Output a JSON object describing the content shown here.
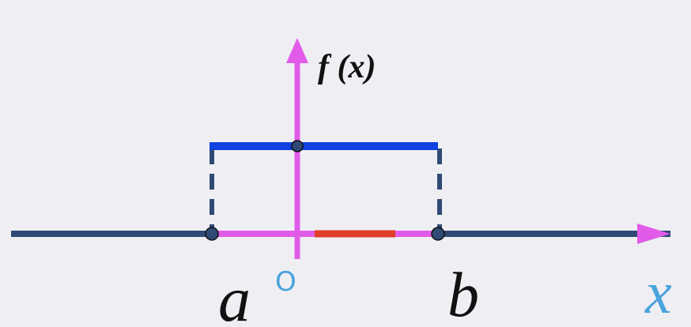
{
  "labels": {
    "function": "f (x)",
    "origin": "O",
    "left_endpoint": "a",
    "right_endpoint": "b",
    "axis": "x"
  },
  "colors": {
    "background": "#efeff3",
    "x_axis": "#2f4a74",
    "interval_segment": "#e25be8",
    "vertical_axis": "#e25be8",
    "density_line": "#1140e0",
    "dashed_guides": "#2f4a74",
    "highlight_segment": "#e03d2a",
    "origin_label": "#4aa3dc",
    "x_label": "#4aa3dc",
    "text_dark": "#111111"
  }
}
